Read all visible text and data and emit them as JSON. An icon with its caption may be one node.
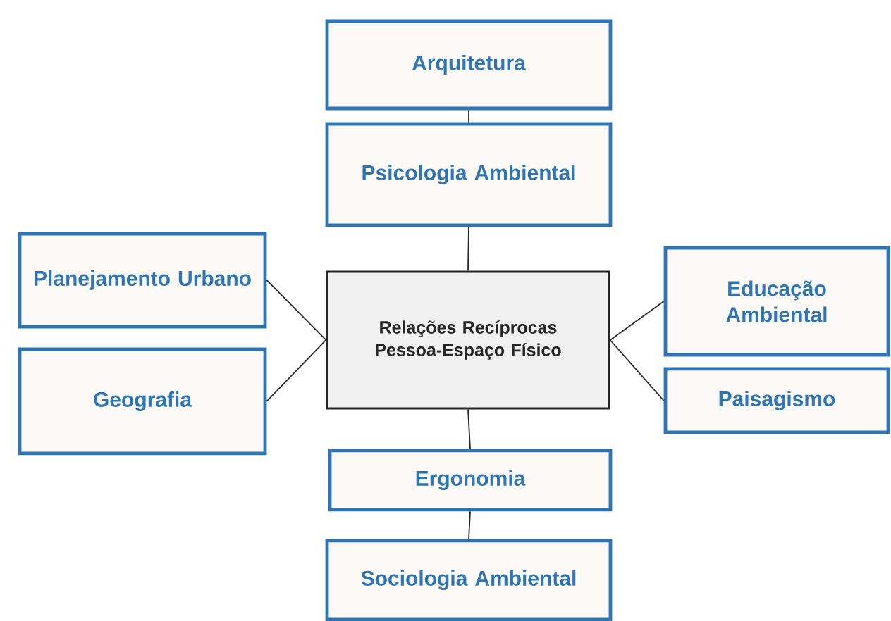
{
  "diagram": {
    "nodes": [
      {
        "text": [
          "Arquitetura"
        ]
      },
      {
        "text": [
          "Psicologia Ambiental"
        ]
      },
      {
        "text": [
          "Planejamento Urbano"
        ]
      },
      {
        "text": [
          "Relações Recíprocas Pessoa-Espaço Físico"
        ]
      },
      {
        "text": [
          "Educação Ambiental"
        ]
      },
      {
        "text": [
          "Geografia"
        ]
      },
      {
        "text": [
          "Paisagismo"
        ]
      },
      {
        "text": [
          "Ergonomia"
        ]
      },
      {
        "text": [
          "Sociologia Ambiental"
        ]
      }
    ],
    "edges": [
      {
        "from": 0,
        "to": 1,
        "arrow": "none"
      },
      {
        "from": 1,
        "to": 3,
        "arrow": "none"
      },
      {
        "from": 2,
        "to": 3,
        "arrow": "none"
      },
      {
        "from": 5,
        "to": 3,
        "arrow": "none"
      },
      {
        "from": 3,
        "to": 4,
        "arrow": "none"
      },
      {
        "from": 3,
        "to": 6,
        "arrow": "none"
      },
      {
        "from": 3,
        "to": 7,
        "arrow": "none"
      },
      {
        "from": 7,
        "to": 8,
        "arrow": "none"
      }
    ]
  }
}
